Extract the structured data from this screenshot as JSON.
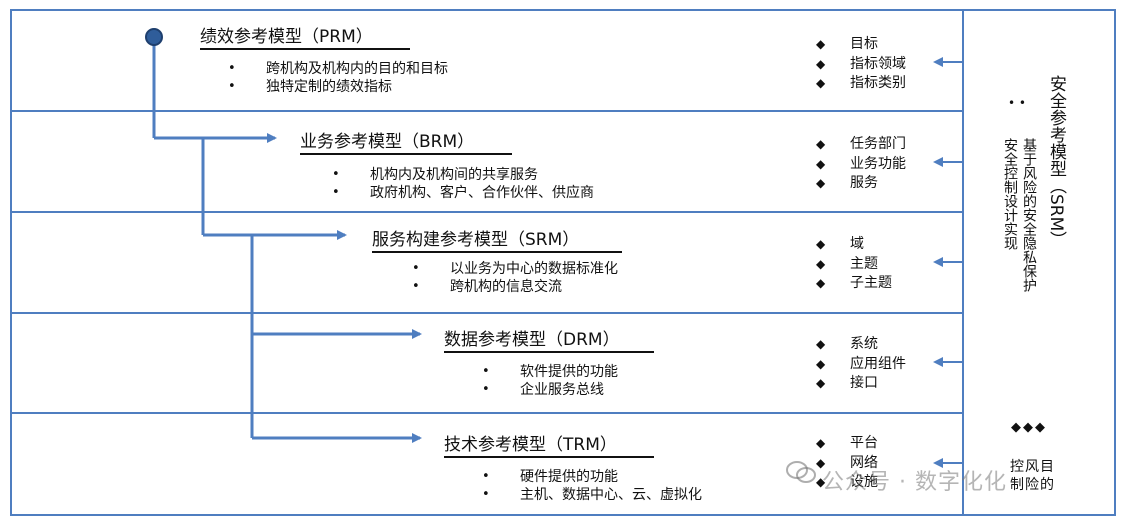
{
  "colors": {
    "frame": "#4f7ec0",
    "arrow": "#4f7ec0",
    "node": "#2f5d9a"
  },
  "models": [
    {
      "title": "绩效参考模型（PRM）",
      "bullets": [
        "跨机构及机构内的目的和目标",
        "独特定制的绩效指标"
      ],
      "items": [
        "目标",
        "指标领域",
        "指标类别"
      ]
    },
    {
      "title": "业务参考模型（BRM）",
      "bullets": [
        "机构内及机构间的共享服务",
        "政府机构、客户、合作伙伴、供应商"
      ],
      "items": [
        "任务部门",
        "业务功能",
        "服务"
      ]
    },
    {
      "title": "服务构建参考模型（SRM）",
      "bullets": [
        "以业务为中心的数据标准化",
        "跨机构的信息交流"
      ],
      "items": [
        "域",
        "主题",
        "子主题"
      ]
    },
    {
      "title": "数据参考模型（DRM）",
      "bullets": [
        "软件提供的功能",
        "企业服务总线"
      ],
      "items": [
        "系统",
        "应用组件",
        "接口"
      ]
    },
    {
      "title": "技术参考模型（TRM）",
      "bullets": [
        "硬件提供的功能",
        "主机、数据中心、云、虚拟化"
      ],
      "items": [
        "平台",
        "网络",
        "设施"
      ]
    }
  ],
  "srm_panel": {
    "title": "安全参考模型（SRM）",
    "lines": [
      "基于风险的安全隐私保护",
      "安全控制设计实现"
    ],
    "bottom_line_1": "控风目",
    "bottom_line_2": "制险的",
    "dots_top": "• •",
    "dots_bottom": "◆◆◆"
  },
  "watermark": "公众号 · 数字化化"
}
